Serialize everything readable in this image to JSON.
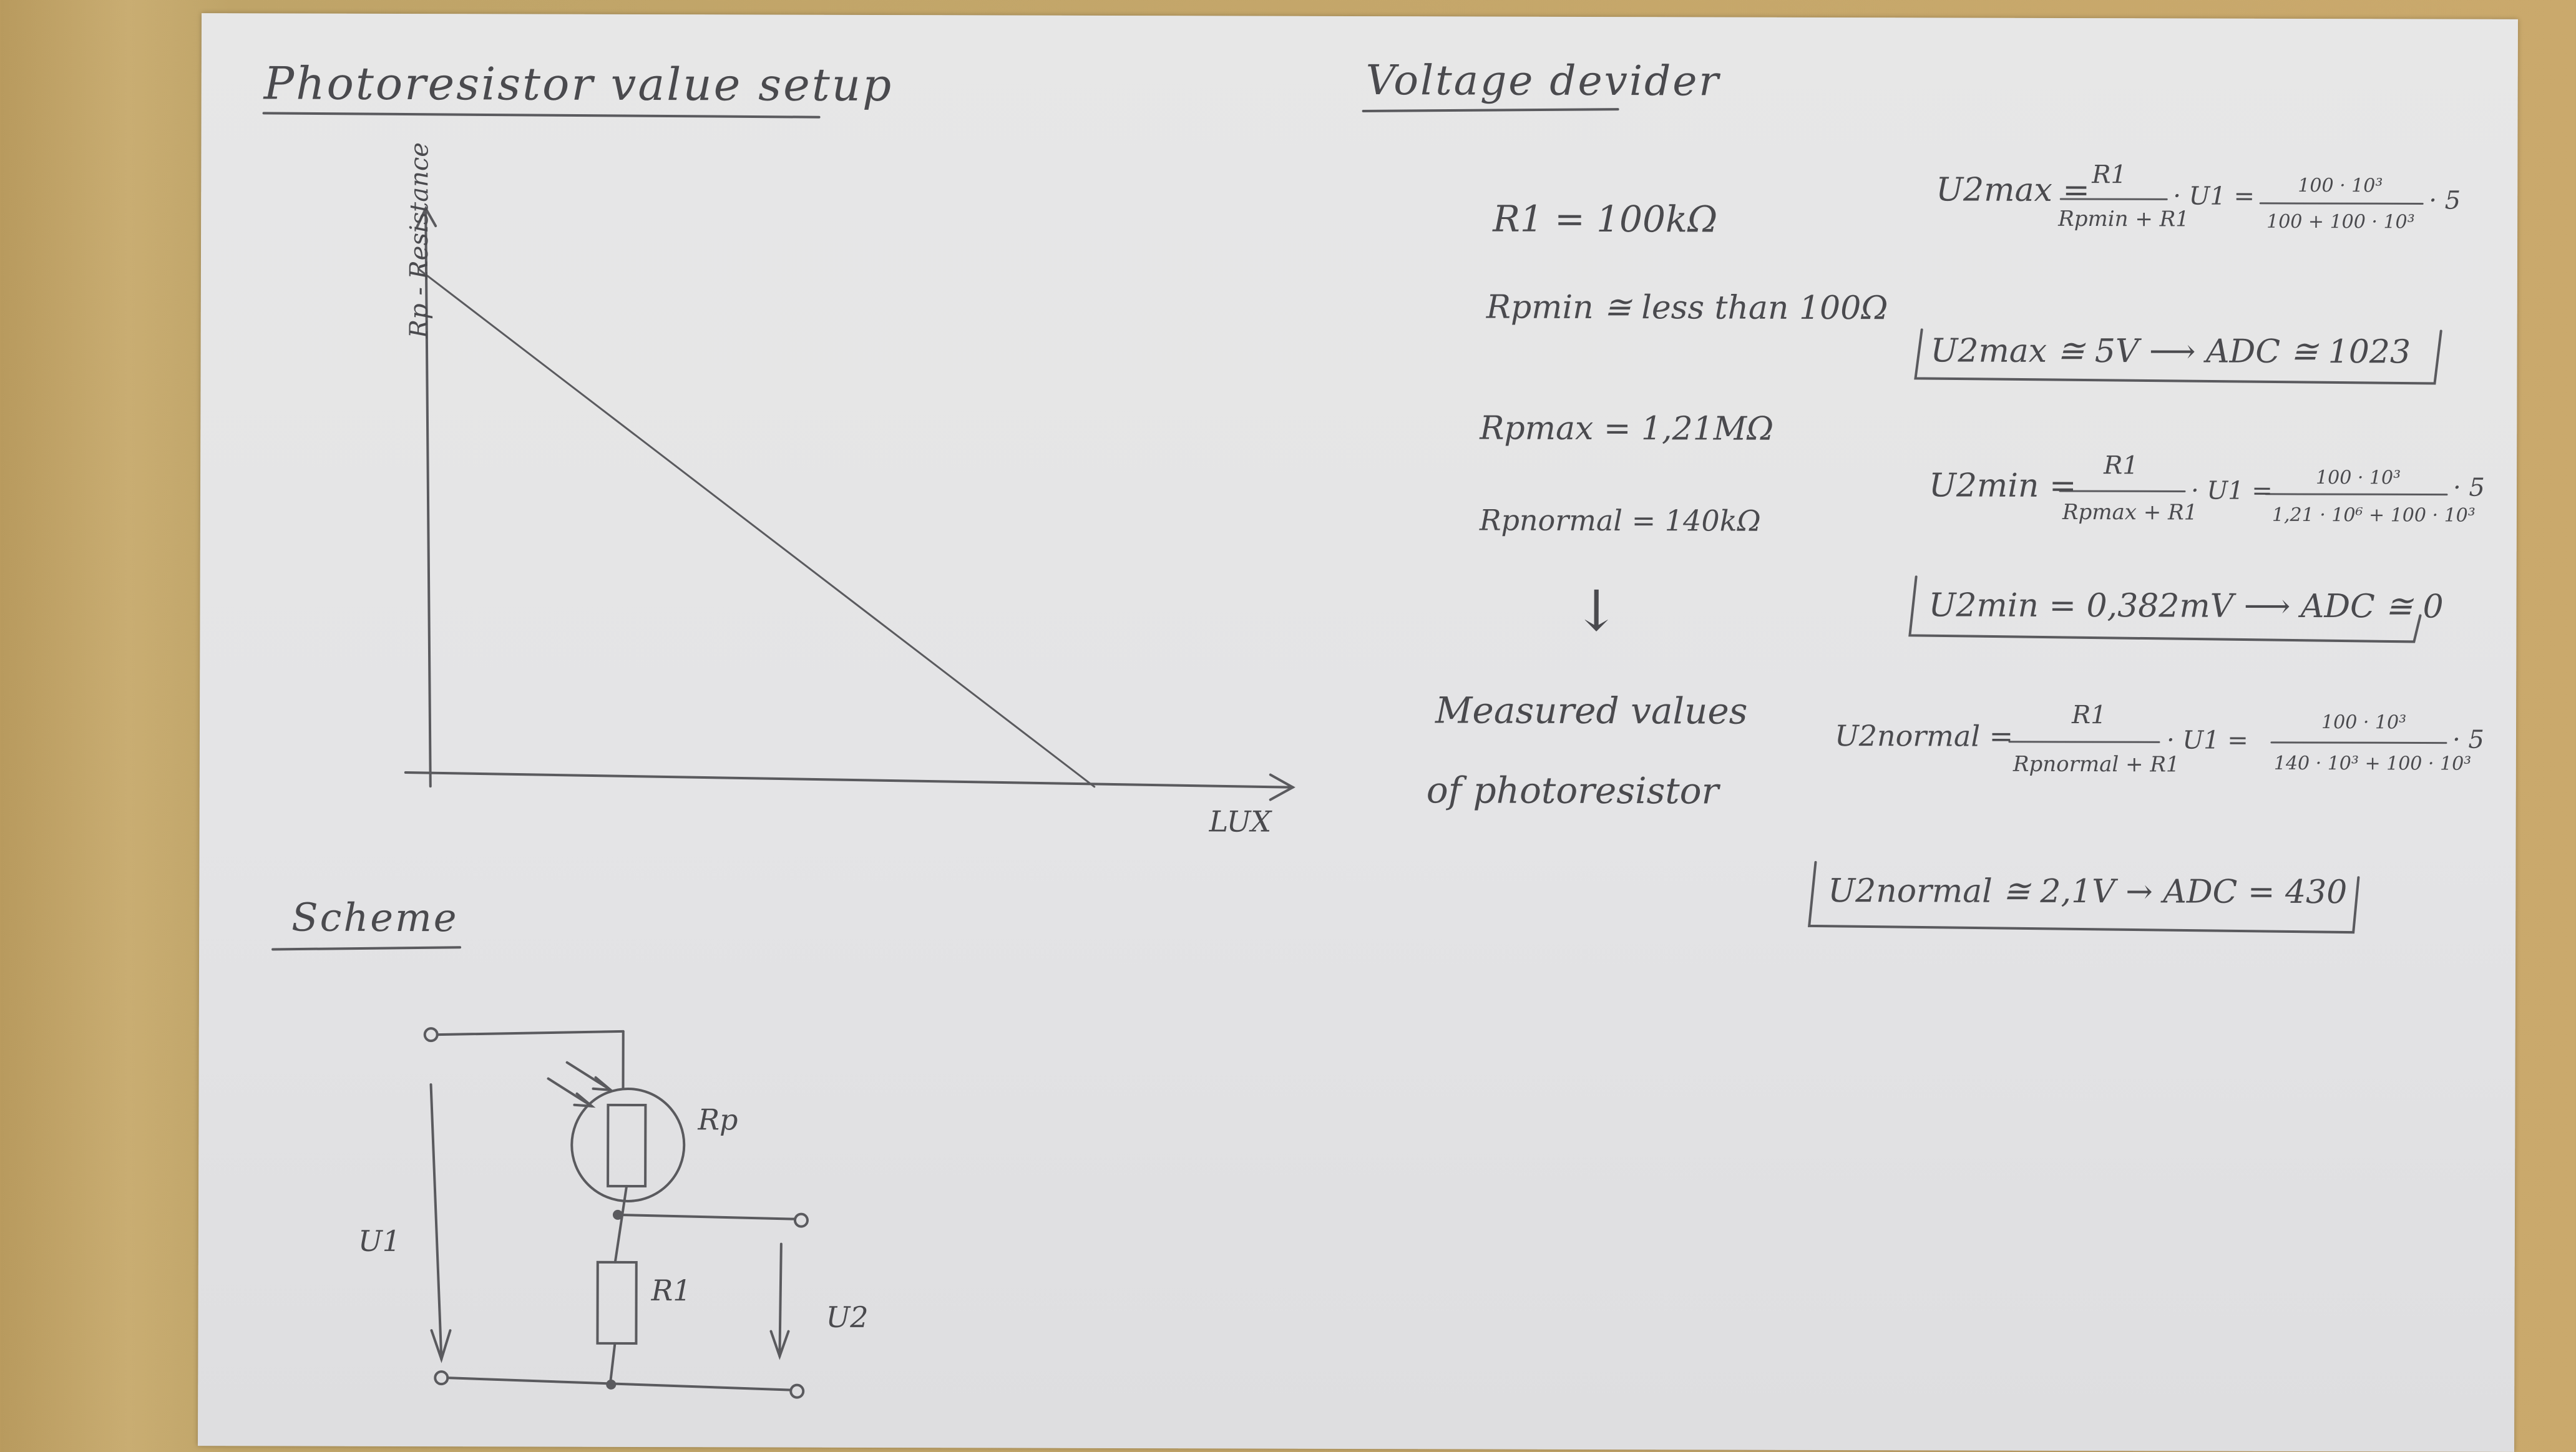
{
  "titles": {
    "left": "Photoresistor value setup",
    "right": "Voltage devider",
    "scheme": "Scheme"
  },
  "graph": {
    "y_label": "Rp - Resistance",
    "x_label": "LUX"
  },
  "scheme": {
    "rp_label": "Rp",
    "r1_label": "R1",
    "u1_label": "U1",
    "u2_label": "U2"
  },
  "values": {
    "r1": "R1 = 100kΩ",
    "rpmin": "Rpmin ≅ less than 100Ω",
    "rpmax": "Rpmax = 1,21MΩ",
    "rpnormal": "Rpnormal = 140kΩ",
    "arrow": "↓",
    "measured_line1": "Measured values",
    "measured_line2": "of photoresistor"
  },
  "equations": {
    "u2max_lhs": "U2max =",
    "u2max_num": "R1",
    "u2max_den": "Rpmin + R1",
    "u2max_mid": "· U1 =",
    "u2max_num2": "100 · 10³",
    "u2max_den2": "100 + 100 · 10³",
    "u2max_end": "· 5",
    "u2max_result": "U2max ≅ 5V ⟶ ADC ≅ 1023",
    "u2min_lhs": "U2min =",
    "u2min_num": "R1",
    "u2min_den": "Rpmax + R1",
    "u2min_mid": "· U1 =",
    "u2min_num2": "100 · 10³",
    "u2min_den2": "1,21 · 10⁶ + 100 · 10³",
    "u2min_end": "· 5",
    "u2min_result": "U2min = 0,382mV ⟶ ADC ≅ 0",
    "u2normal_lhs": "U2normal =",
    "u2normal_num": "R1",
    "u2normal_den": "Rpnormal + R1",
    "u2normal_mid": "· U1 =",
    "u2normal_num2": "100 · 10³",
    "u2normal_den2": "140 · 10³ + 100 · 10³",
    "u2normal_end": "· 5",
    "u2normal_result": "U2normal ≅ 2,1V → ADC = 430"
  },
  "colors": {
    "ink": "#4a4a4e",
    "paper": "#e5e5e7",
    "desk": "#c8a86b"
  }
}
